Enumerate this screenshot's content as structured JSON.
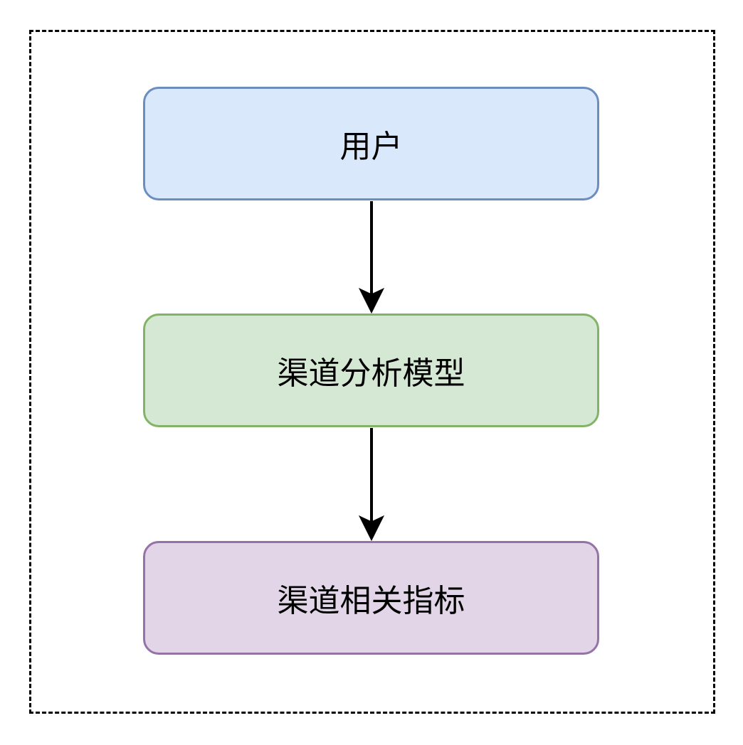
{
  "diagram": {
    "nodes": [
      {
        "id": "user",
        "label": "用户",
        "fill": "#dae8fc",
        "stroke": "#6c8ebf"
      },
      {
        "id": "channel-model",
        "label": "渠道分析模型",
        "fill": "#d5e8d4",
        "stroke": "#82b366"
      },
      {
        "id": "channel-metrics",
        "label": "渠道相关指标",
        "fill": "#e1d5e7",
        "stroke": "#9673a6"
      }
    ],
    "edges": [
      {
        "from": "user",
        "to": "channel-model"
      },
      {
        "from": "channel-model",
        "to": "channel-metrics"
      }
    ],
    "frame_style": "dashed",
    "edge_color": "#000000"
  }
}
